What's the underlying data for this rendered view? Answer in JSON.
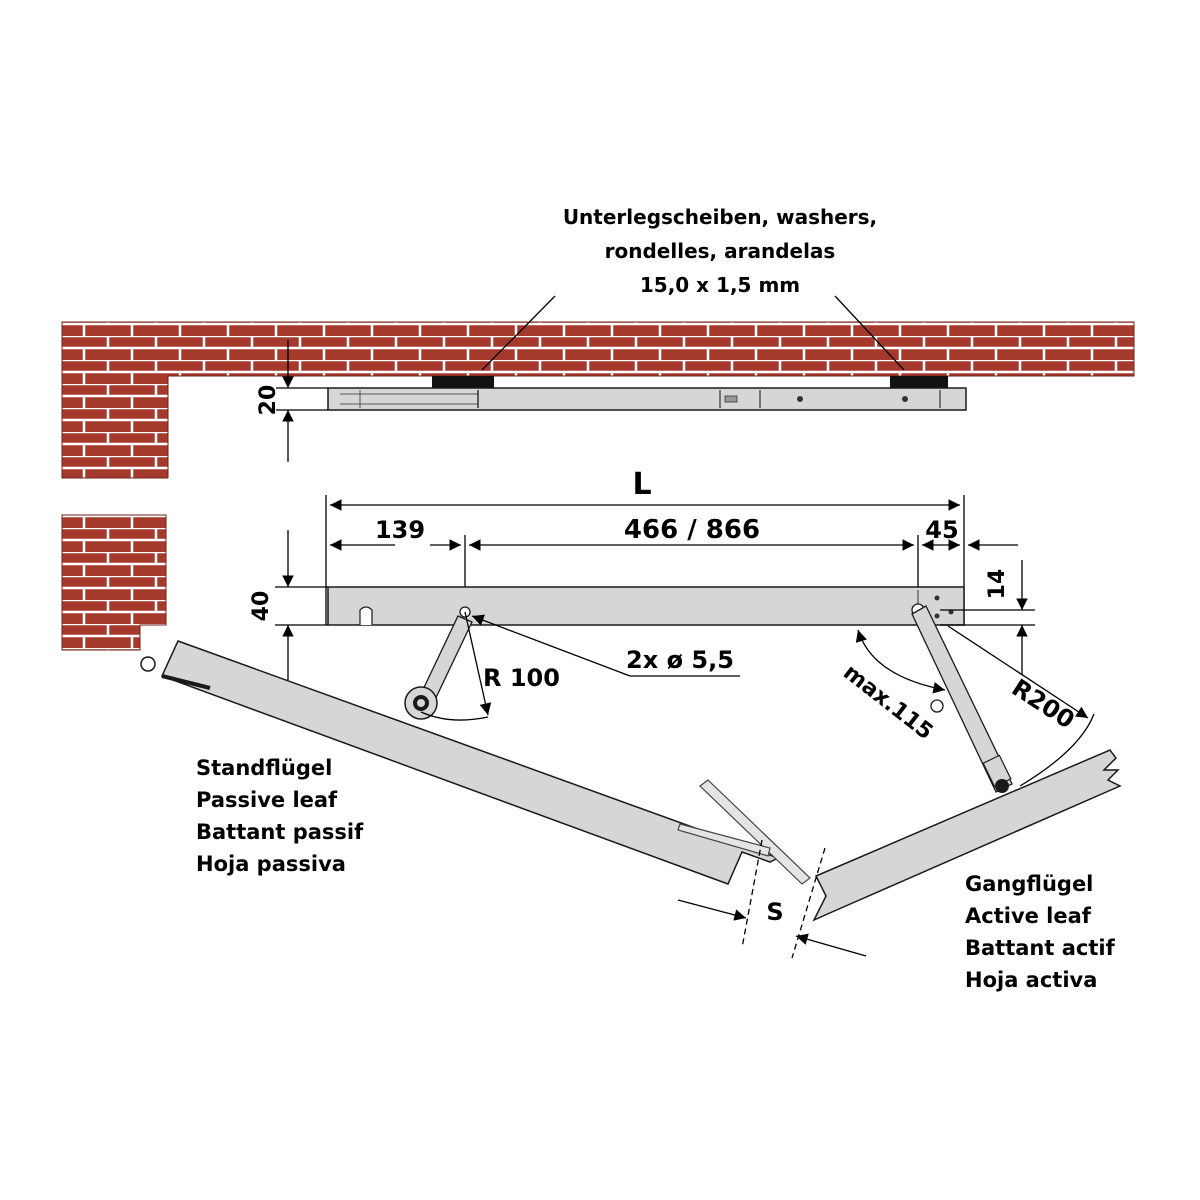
{
  "washer_label": {
    "line1": "Unterlegscheiben, washers,",
    "line2": "rondelles, arandelas",
    "line3": "15,0 x 1,5 mm"
  },
  "dimensions": {
    "height_top": "20",
    "length": "L",
    "left_offset": "139",
    "middle": "466 / 866",
    "right_offset": "45",
    "bar_height": "40",
    "hole_offset": "14",
    "holes": "2x ø 5,5",
    "radius_small": "R 100",
    "radius_large": "R200",
    "angle": "max.115",
    "gap": "S"
  },
  "passive_leaf": {
    "line1": "Standflügel",
    "line2": "Passive leaf",
    "line3": "Battant passif",
    "line4": "Hoja passiva"
  },
  "active_leaf": {
    "line1": "Gangflügel",
    "line2": "Active leaf",
    "line3": "Battant actif",
    "line4": "Hoja activa"
  },
  "colors": {
    "brick": "#a53a2c",
    "mortar": "#ffffff",
    "metal": "#d6d6d6",
    "metal_edge": "#1a1a1a",
    "washer": "#111111"
  }
}
